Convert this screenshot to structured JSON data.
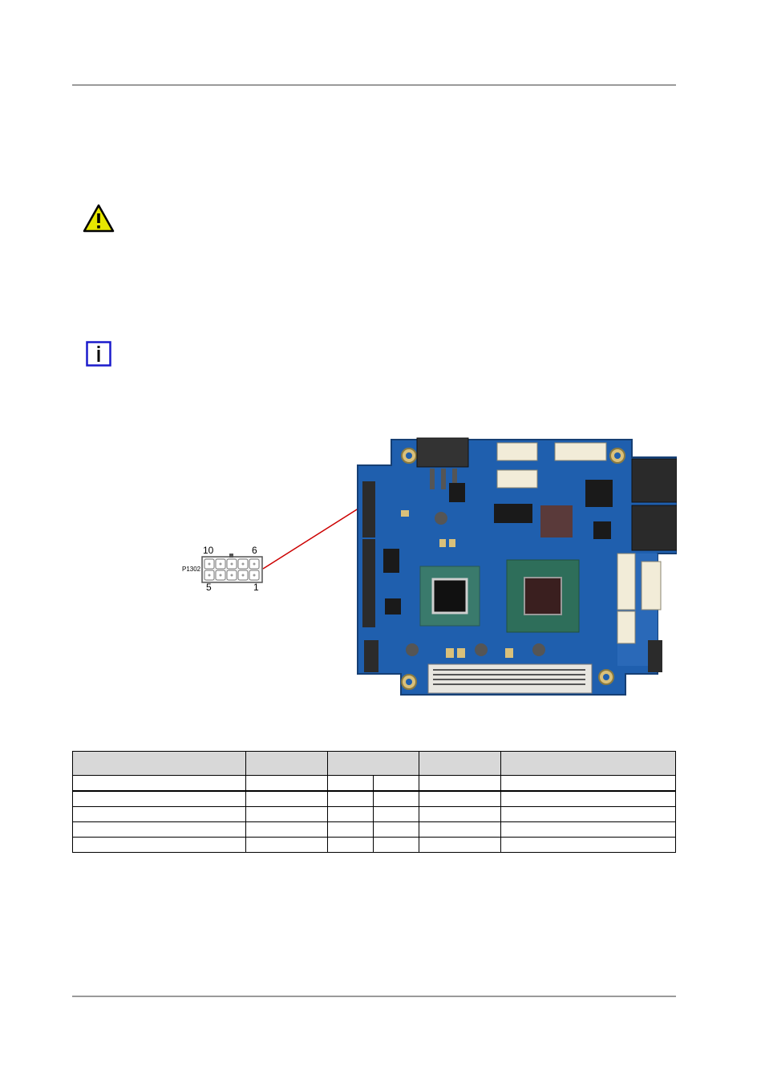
{
  "connector": {
    "name": "P1302",
    "pin_top_left": "10",
    "pin_top_right": "6",
    "pin_bottom_left": "5",
    "pin_bottom_right": "1"
  },
  "icons": {
    "warning": "warning-triangle-icon",
    "info": "info-icon"
  },
  "colors": {
    "rule": "#9a9a9a",
    "board": "#1f5fae",
    "pointer_line": "#cc0000",
    "warning_fill": "#e6e600",
    "info_border": "#1a1acc"
  },
  "table": {
    "headers": [
      "",
      "",
      "",
      "",
      ""
    ],
    "rows": [
      [
        "",
        "",
        "",
        "",
        "",
        ""
      ],
      [
        "",
        "",
        "",
        "",
        "",
        ""
      ],
      [
        "",
        "",
        "",
        "",
        "",
        ""
      ],
      [
        "",
        "",
        "",
        "",
        "",
        ""
      ],
      [
        "",
        "",
        "",
        "",
        "",
        ""
      ]
    ]
  }
}
